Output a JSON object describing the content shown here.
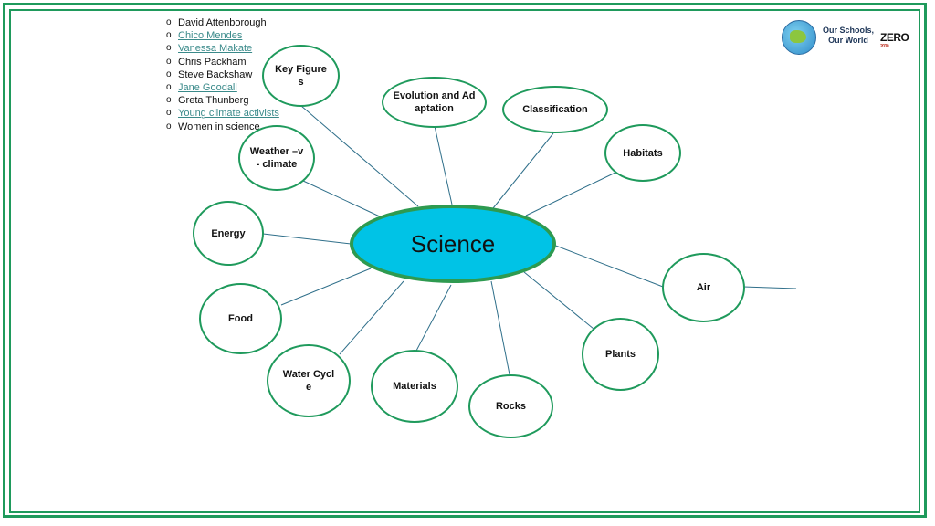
{
  "title": "Science",
  "key_figures_list": [
    {
      "name": "David Attenborough",
      "link": false
    },
    {
      "name": "Chico Mendes",
      "link": true
    },
    {
      "name": "Vanessa Makate",
      "link": true
    },
    {
      "name": "Chris Packham",
      "link": false
    },
    {
      "name": "Steve Backshaw",
      "link": false
    },
    {
      "name": "Jane Goodall",
      "link": true
    },
    {
      "name": "Greta Thunberg",
      "link": false
    },
    {
      "name": "Young climate activists",
      "link": true
    },
    {
      "name": "Women in science",
      "link": false
    }
  ],
  "topics": {
    "key_figures": "Key Figures",
    "evolution": "Evolution and Adaptation",
    "classification": "Classification",
    "habitats": "Habitats",
    "weather": "Weather –v- climate",
    "energy": "Energy",
    "air": "Air",
    "food": "Food",
    "plants": "Plants",
    "water_cycle": "Water Cycle",
    "materials": "Materials",
    "rocks": "Rocks"
  },
  "logo": {
    "line1": "Our Schools,",
    "line2": "Our World",
    "partner": "ZERO",
    "partner_year": "2030"
  },
  "colors": {
    "accent": "#1f9a5c",
    "center_fill": "#00c3e6",
    "link_text": "#3a8a8a"
  }
}
